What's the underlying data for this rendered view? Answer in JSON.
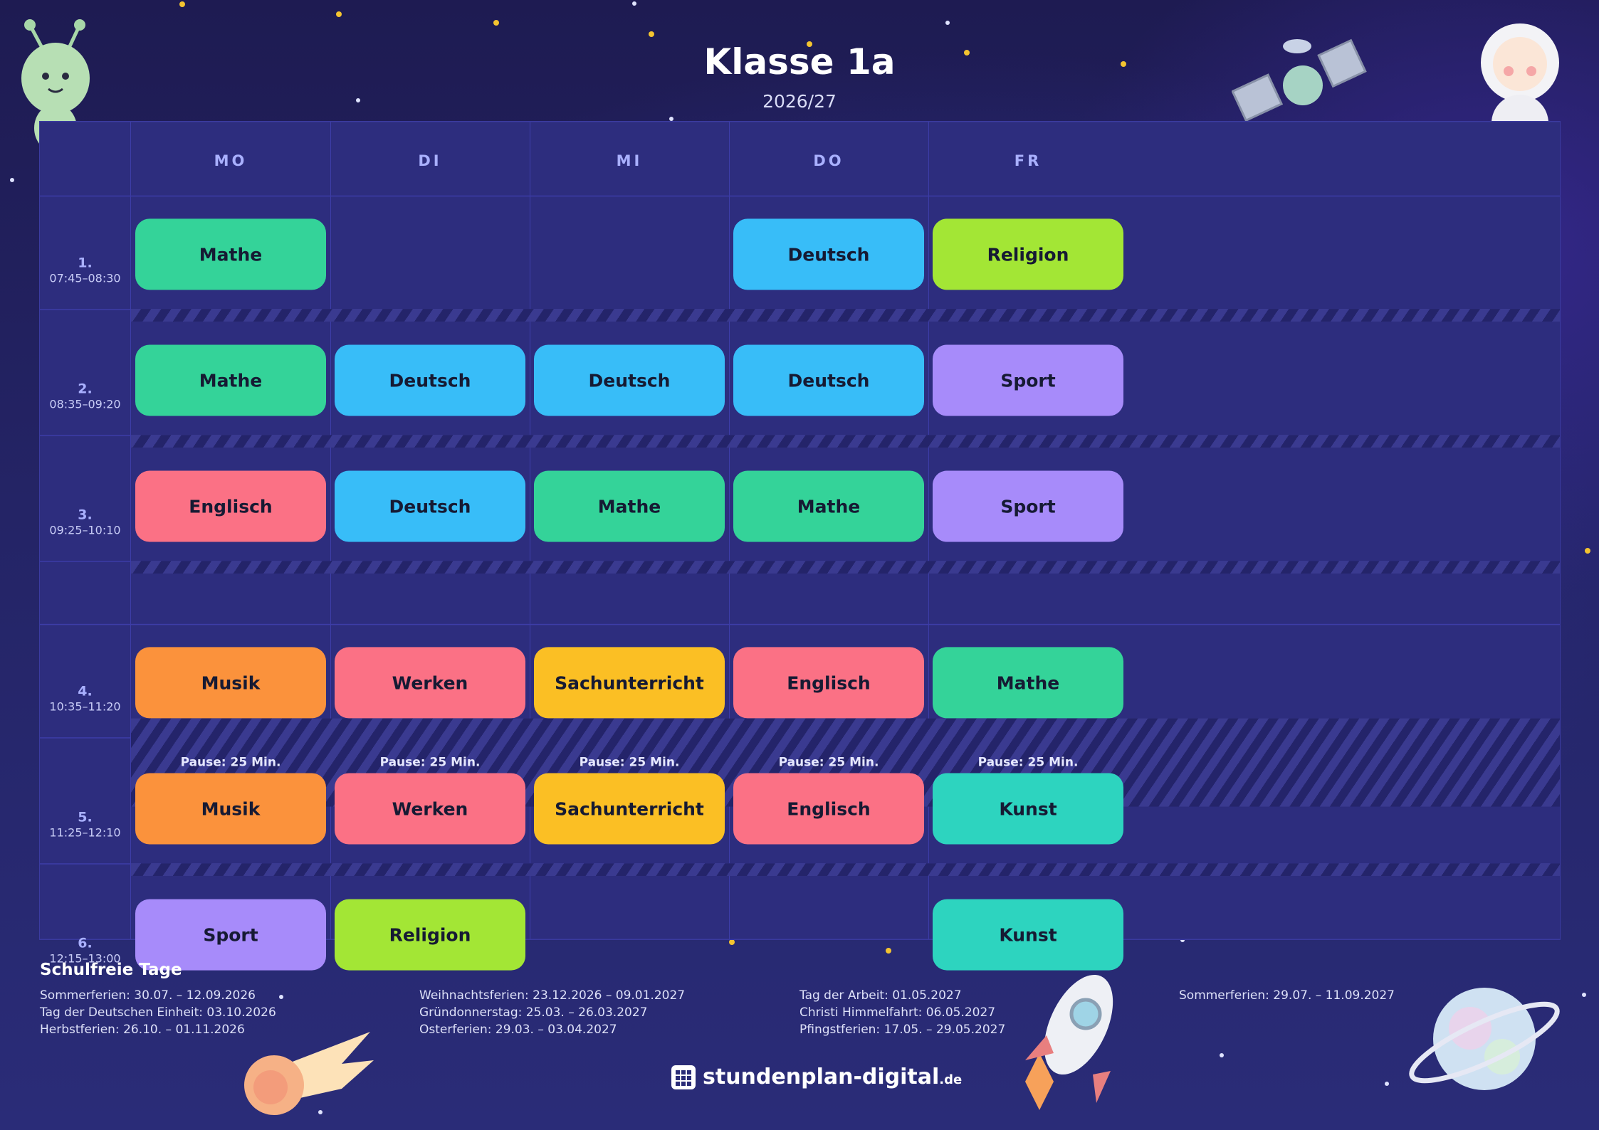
{
  "title": "Klasse 1a",
  "year": "2026/27",
  "days": [
    "MO",
    "DI",
    "MI",
    "DO",
    "FR"
  ],
  "periods": [
    {
      "num": "1.",
      "time": "07:45–08:30"
    },
    {
      "num": "2.",
      "time": "08:35–09:20"
    },
    {
      "num": "3.",
      "time": "09:25–10:10"
    },
    {
      "num": "4.",
      "time": "10:35–11:20"
    },
    {
      "num": "5.",
      "time": "11:25–12:10"
    },
    {
      "num": "6.",
      "time": "12:15–13:00"
    }
  ],
  "pause_label": "Pause: 25 Min.",
  "schedule": [
    [
      "Mathe",
      "",
      "",
      "Deutsch",
      "Religion"
    ],
    [
      "Mathe",
      "Deutsch",
      "Deutsch",
      "Deutsch",
      "Sport"
    ],
    [
      "Englisch",
      "Deutsch",
      "Mathe",
      "Mathe",
      "Sport"
    ],
    [
      "Musik",
      "Werken",
      "Sachunterricht",
      "Englisch",
      "Mathe"
    ],
    [
      "Musik",
      "Werken",
      "Sachunterricht",
      "Englisch",
      "Kunst"
    ],
    [
      "Sport",
      "Religion",
      "",
      "",
      "Kunst"
    ]
  ],
  "subject_colors": {
    "Mathe": "#34d399",
    "Deutsch": "#38bdf8",
    "Religion": "#a3e635",
    "Sport": "#a78bfa",
    "Englisch": "#fb7185",
    "Musik": "#fb923c",
    "Werken": "#fb7185",
    "Sachunterricht": "#fbbf24",
    "Kunst": "#2dd4bf"
  },
  "holidays_title": "Schulfreie Tage",
  "holidays": [
    [
      "Sommerferien: 30.07. – 12.09.2026",
      "Tag der Deutschen Einheit: 03.10.2026",
      "Herbstferien: 26.10. – 01.11.2026"
    ],
    [
      "Weihnachtsferien: 23.12.2026 – 09.01.2027",
      "Gründonnerstag: 25.03. – 26.03.2027",
      "Osterferien: 29.03. – 03.04.2027"
    ],
    [
      "Tag der Arbeit: 01.05.2027",
      "Christi Himmelfahrt: 06.05.2027",
      "Pfingstferien: 17.05. – 29.05.2027"
    ],
    [
      "Sommerferien: 29.07. – 11.09.2027"
    ]
  ],
  "brand": {
    "name": "stundenplan-digital",
    "tld": ".de"
  },
  "decorations": [
    "alien-icon",
    "satellite-icon",
    "astronaut-icon",
    "comet-icon",
    "rocket-icon",
    "planet-icon"
  ]
}
